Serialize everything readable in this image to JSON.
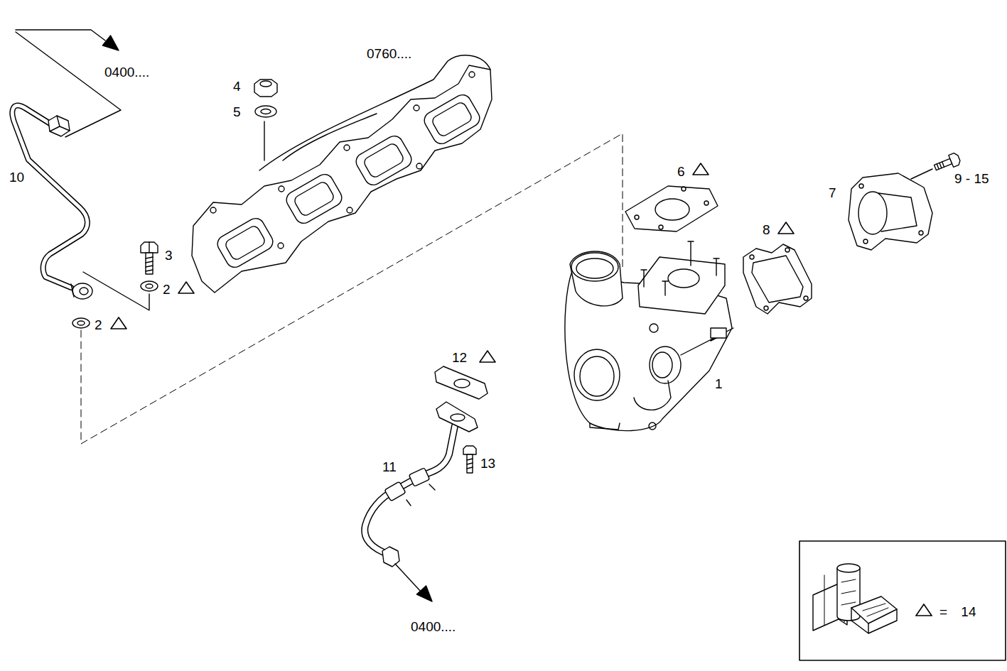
{
  "diagram": {
    "labels": [
      "0760....",
      "0400....",
      "4",
      "5",
      "10",
      "6",
      "9 - 15",
      "7",
      "3",
      "8",
      "2",
      "2",
      "1",
      "12",
      "13",
      "11",
      "0400...."
    ],
    "legend": [
      {
        "text": "= 14"
      }
    ]
  }
}
